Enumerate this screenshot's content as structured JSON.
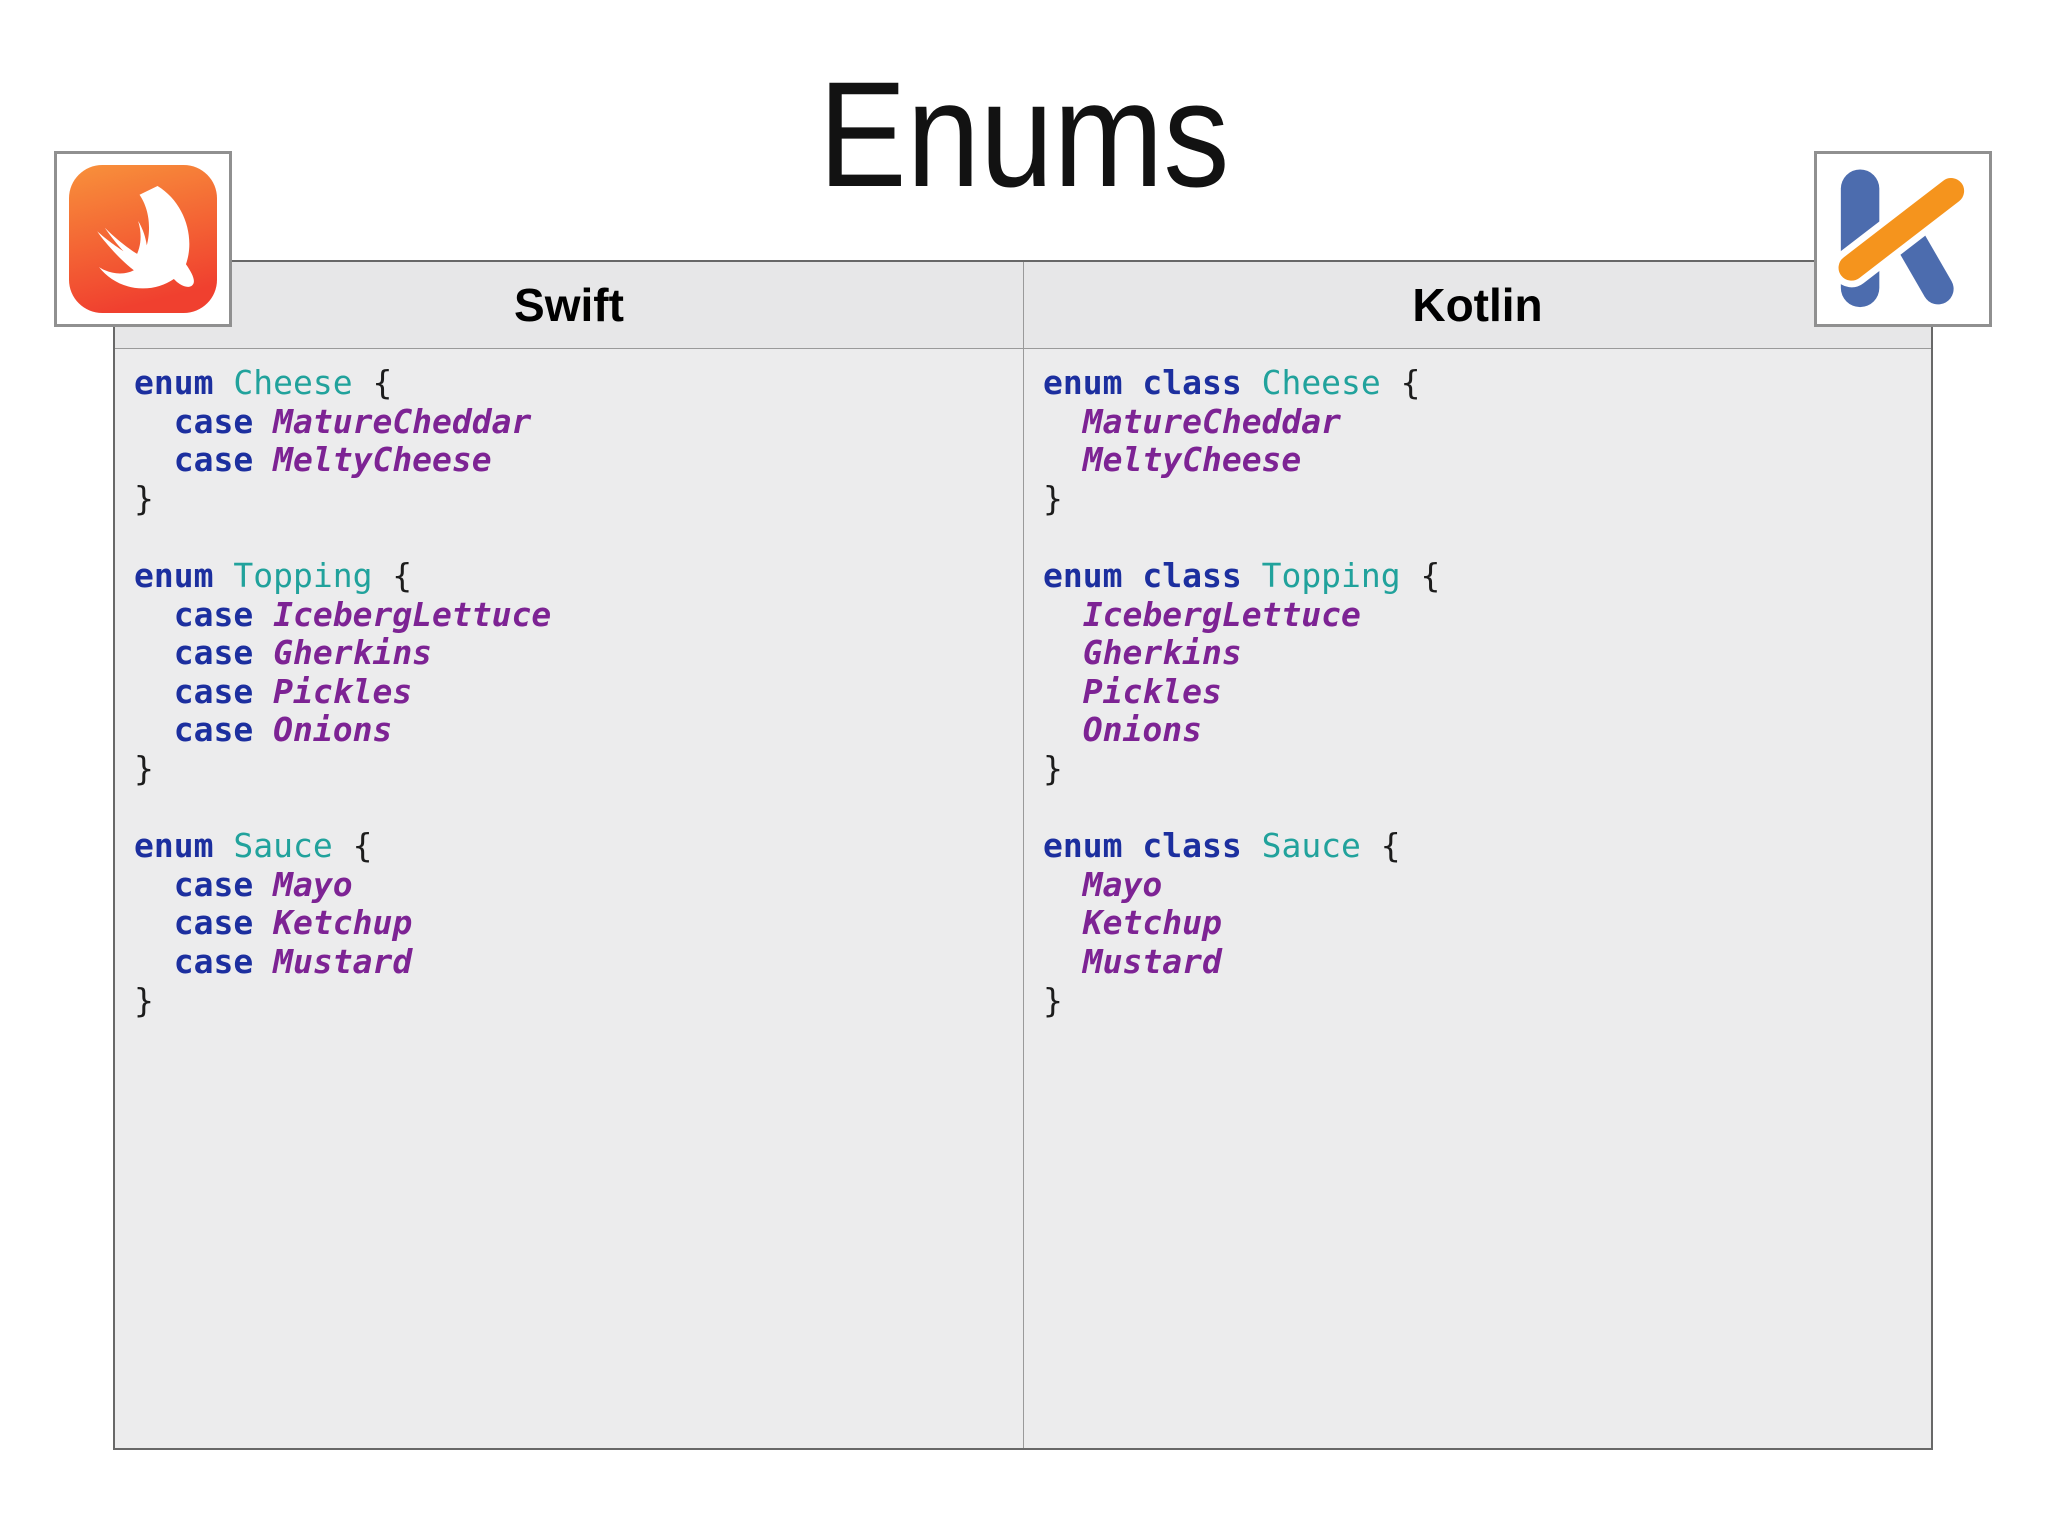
{
  "title": "Enums",
  "table": {
    "columns": [
      {
        "id": "swift",
        "header": "Swift",
        "code": [
          [
            [
              "kw",
              "enum"
            ],
            [
              "pl",
              " "
            ],
            [
              "ty",
              "Cheese"
            ],
            [
              "pl",
              " {"
            ]
          ],
          [
            [
              "pl",
              "  "
            ],
            [
              "kw",
              "case"
            ],
            [
              "pl",
              " "
            ],
            [
              "val",
              "MatureCheddar"
            ]
          ],
          [
            [
              "pl",
              "  "
            ],
            [
              "kw",
              "case"
            ],
            [
              "pl",
              " "
            ],
            [
              "val",
              "MeltyCheese"
            ]
          ],
          [
            [
              "pl",
              "}"
            ]
          ],
          [],
          [
            [
              "kw",
              "enum"
            ],
            [
              "pl",
              " "
            ],
            [
              "ty",
              "Topping"
            ],
            [
              "pl",
              " {"
            ]
          ],
          [
            [
              "pl",
              "  "
            ],
            [
              "kw",
              "case"
            ],
            [
              "pl",
              " "
            ],
            [
              "val",
              "IcebergLettuce"
            ]
          ],
          [
            [
              "pl",
              "  "
            ],
            [
              "kw",
              "case"
            ],
            [
              "pl",
              " "
            ],
            [
              "val",
              "Gherkins"
            ]
          ],
          [
            [
              "pl",
              "  "
            ],
            [
              "kw",
              "case"
            ],
            [
              "pl",
              " "
            ],
            [
              "val",
              "Pickles"
            ]
          ],
          [
            [
              "pl",
              "  "
            ],
            [
              "kw",
              "case"
            ],
            [
              "pl",
              " "
            ],
            [
              "val",
              "Onions"
            ]
          ],
          [
            [
              "pl",
              "}"
            ]
          ],
          [],
          [
            [
              "kw",
              "enum"
            ],
            [
              "pl",
              " "
            ],
            [
              "ty",
              "Sauce"
            ],
            [
              "pl",
              " {"
            ]
          ],
          [
            [
              "pl",
              "  "
            ],
            [
              "kw",
              "case"
            ],
            [
              "pl",
              " "
            ],
            [
              "val",
              "Mayo"
            ]
          ],
          [
            [
              "pl",
              "  "
            ],
            [
              "kw",
              "case"
            ],
            [
              "pl",
              " "
            ],
            [
              "val",
              "Ketchup"
            ]
          ],
          [
            [
              "pl",
              "  "
            ],
            [
              "kw",
              "case"
            ],
            [
              "pl",
              " "
            ],
            [
              "val",
              "Mustard"
            ]
          ],
          [
            [
              "pl",
              "}"
            ]
          ]
        ]
      },
      {
        "id": "kotlin",
        "header": "Kotlin",
        "code": [
          [
            [
              "kw",
              "enum"
            ],
            [
              "pl",
              " "
            ],
            [
              "kw",
              "class"
            ],
            [
              "pl",
              " "
            ],
            [
              "ty",
              "Cheese"
            ],
            [
              "pl",
              " {"
            ]
          ],
          [
            [
              "pl",
              "  "
            ],
            [
              "val",
              "MatureCheddar"
            ]
          ],
          [
            [
              "pl",
              "  "
            ],
            [
              "val",
              "MeltyCheese"
            ]
          ],
          [
            [
              "pl",
              "}"
            ]
          ],
          [],
          [
            [
              "kw",
              "enum"
            ],
            [
              "pl",
              " "
            ],
            [
              "kw",
              "class"
            ],
            [
              "pl",
              " "
            ],
            [
              "ty",
              "Topping"
            ],
            [
              "pl",
              " {"
            ]
          ],
          [
            [
              "pl",
              "  "
            ],
            [
              "val",
              "IcebergLettuce"
            ]
          ],
          [
            [
              "pl",
              "  "
            ],
            [
              "val",
              "Gherkins"
            ]
          ],
          [
            [
              "pl",
              "  "
            ],
            [
              "val",
              "Pickles"
            ]
          ],
          [
            [
              "pl",
              "  "
            ],
            [
              "val",
              "Onions"
            ]
          ],
          [
            [
              "pl",
              "}"
            ]
          ],
          [],
          [
            [
              "kw",
              "enum"
            ],
            [
              "pl",
              " "
            ],
            [
              "kw",
              "class"
            ],
            [
              "pl",
              " "
            ],
            [
              "ty",
              "Sauce"
            ],
            [
              "pl",
              " {"
            ]
          ],
          [
            [
              "pl",
              "  "
            ],
            [
              "val",
              "Mayo"
            ]
          ],
          [
            [
              "pl",
              "  "
            ],
            [
              "val",
              "Ketchup"
            ]
          ],
          [
            [
              "pl",
              "  "
            ],
            [
              "val",
              "Mustard"
            ]
          ],
          [
            [
              "pl",
              "}"
            ]
          ]
        ]
      }
    ]
  },
  "icons": {
    "left": "swift-logo-icon",
    "right": "kotlin-logo-icon"
  },
  "colors": {
    "keyword": "#1c2f9f",
    "type_name": "#21a29c",
    "enum_case": "#7d2394",
    "code_plain": "#1c1c1c",
    "table_header_bg": "#e7e7e8",
    "table_body_bg": "#ececed",
    "table_border": "#686868",
    "swift_orange_top": "#f8913b",
    "swift_orange_bottom": "#f0402f",
    "kotlin_blue": "#4c6cae",
    "kotlin_orange": "#f5941d"
  }
}
